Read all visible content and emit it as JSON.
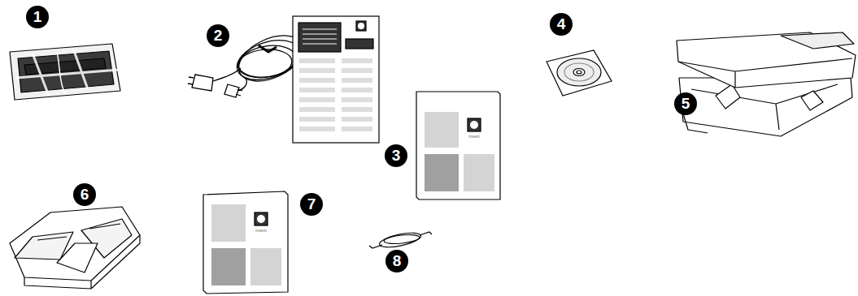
{
  "diagram": {
    "labels": [
      "1",
      "2",
      "3",
      "4",
      "5",
      "6",
      "7",
      "8",
      "invent",
      "invent"
    ]
  }
}
